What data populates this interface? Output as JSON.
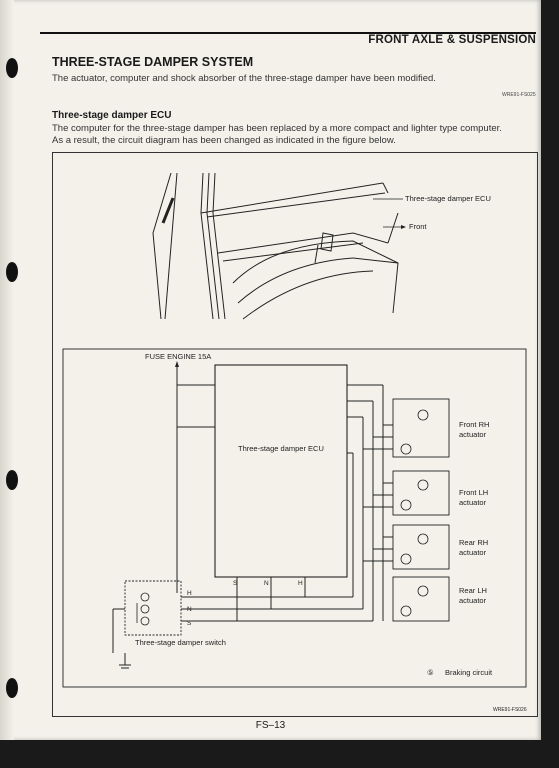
{
  "header": {
    "section_title": "FRONT AXLE & SUSPENSION"
  },
  "section": {
    "title": "THREE-STAGE DAMPER SYSTEM",
    "intro": "The actuator, computer and shock absorber of the three-stage damper have been modified.",
    "ref_1": "WRE91-FS025"
  },
  "subsection": {
    "title": "Three-stage damper ECU",
    "line_1": "The computer for the three-stage damper has been replaced by a more compact and lighter type computer.",
    "line_2": "As a result, the circuit diagram has been changed as indicated in the figure below."
  },
  "figure": {
    "location_labels": {
      "ecu": "Three-stage damper ECU",
      "front": "Front"
    },
    "circuit": {
      "fuse": "FUSE ENGINE 15A",
      "ecu": "Three-stage damper ECU",
      "ecu_pins": [
        "S",
        "N",
        "H"
      ],
      "switch_pins": [
        "H",
        "N",
        "S"
      ],
      "switch": "Three-stage damper switch",
      "actuators": [
        {
          "line_1": "Front RH",
          "line_2": "actuator"
        },
        {
          "line_1": "Front LH",
          "line_2": "actuator"
        },
        {
          "line_1": "Rear RH",
          "line_2": "actuator"
        },
        {
          "line_1": "Rear LH",
          "line_2": "actuator"
        }
      ],
      "legend_symbol": "⑤",
      "legend_text": "Braking circuit"
    },
    "ref_2": "WRE91-FS026"
  },
  "footer": {
    "page_number": "FS–13"
  }
}
